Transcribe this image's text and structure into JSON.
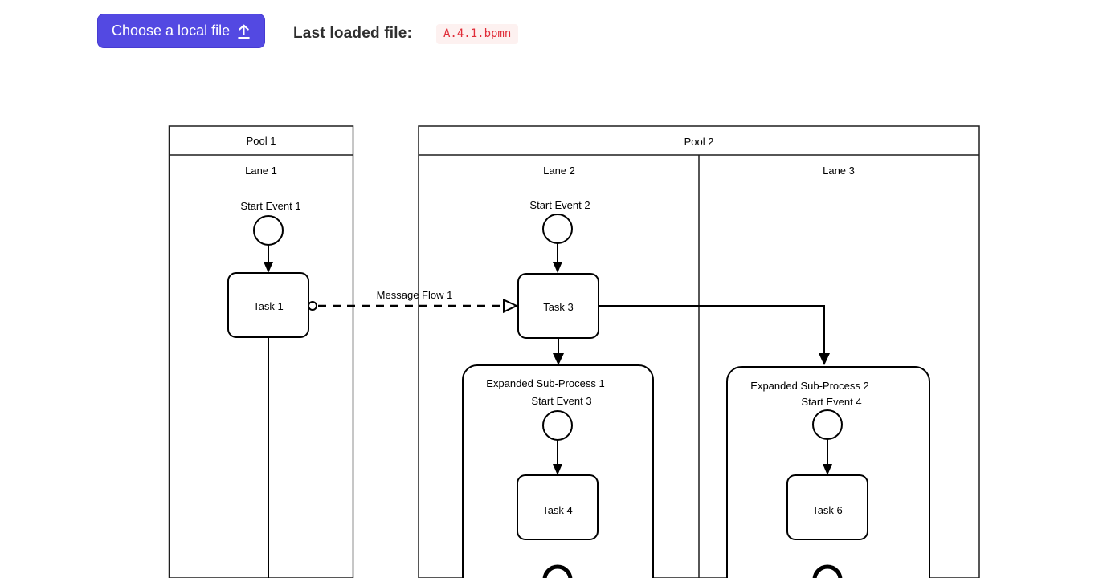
{
  "header": {
    "choose_button_label": "Choose a local file",
    "choose_button_icon": "upload-icon",
    "last_loaded_label": "Last loaded file:",
    "file_name": "A.4.1.bpmn"
  },
  "colors": {
    "button_bg": "#5349e2",
    "button_text": "#ffffff",
    "file_badge_bg": "#fdf1f0",
    "file_badge_text": "#e02d39",
    "diagram_stroke": "#000000"
  },
  "diagram": {
    "pool1": "Pool 1",
    "lane1": "Lane 1",
    "pool2": "Pool 2",
    "lane2": "Lane 2",
    "lane3": "Lane 3",
    "start_event1": "Start Event 1",
    "start_event2": "Start Event 2",
    "start_event3": "Start Event 3",
    "start_event4": "Start Event 4",
    "task1": "Task 1",
    "task3": "Task 3",
    "task4": "Task 4",
    "task6": "Task 6",
    "subprocess1": "Expanded Sub-Process 1",
    "subprocess2": "Expanded Sub-Process 2",
    "message_flow1": "Message Flow 1"
  }
}
